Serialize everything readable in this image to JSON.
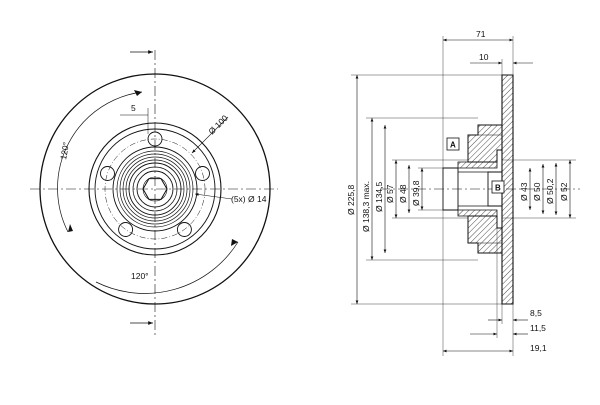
{
  "front_view": {
    "offset_5": "5",
    "pcd_100": "Ø 100",
    "angle_left": "120°",
    "angle_bottom": "120°",
    "holes": "(5x) Ø 14"
  },
  "section_view": {
    "width_71": "71",
    "width_10": "10",
    "depth_8_5": "8,5",
    "depth_11_5": "11,5",
    "depth_19_1": "19,1",
    "outer_dia": "Ø 225,8",
    "max_dia": "Ø 138,3 max.",
    "d_134_5": "Ø 134,5",
    "d_57": "Ø 57",
    "d_48": "Ø 48",
    "d_39_8": "Ø 39,8",
    "d_43": "Ø 43",
    "d_50": "Ø 50",
    "d_50_2": "Ø 50,2",
    "d_52": "Ø 52",
    "label_a": "A",
    "label_b": "B"
  }
}
